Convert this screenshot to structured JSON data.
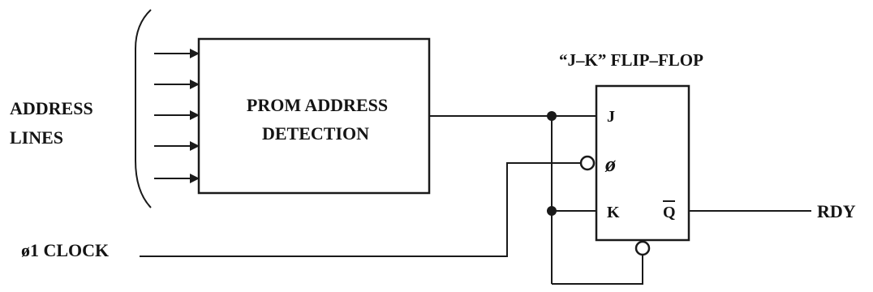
{
  "labels": {
    "address_line1": "ADDRESS",
    "address_line2": "LINES",
    "prom_line1": "PROM ADDRESS",
    "prom_line2": "DETECTION",
    "flipflop_title": "“J–K” FLIP–FLOP",
    "pin_j": "J",
    "pin_clock": "ø",
    "pin_k": "K",
    "pin_qbar": "Q",
    "output": "RDY",
    "clock_input": "ø1 CLOCK"
  },
  "address_line_count": 5
}
